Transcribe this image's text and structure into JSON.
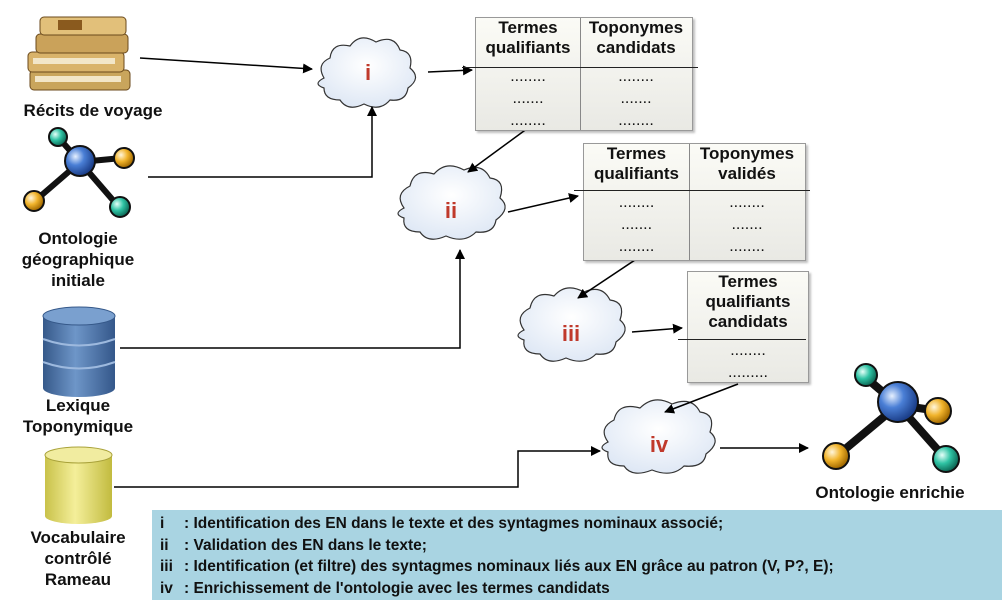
{
  "sources": {
    "recits": "Récits de voyage",
    "ontologie_initiale": "Ontologie\ngéographique\ninitiale",
    "lexique": "Lexique\nToponymique",
    "vocabulaire": "Vocabulaire\ncontrôlé\nRameau"
  },
  "result": {
    "label": "Ontologie enrichie"
  },
  "steps": {
    "i": "i",
    "ii": "ii",
    "iii": "iii",
    "iv": "iv"
  },
  "tables": {
    "t1": {
      "col1": "Termes\nqualifiants",
      "col2": "Toponymes\ncandidats",
      "rows1": [
        "........",
        ".......",
        "........"
      ],
      "rows2": [
        "........",
        ".......",
        "........"
      ]
    },
    "t2": {
      "col1": "Termes\nqualifiants",
      "col2": "Toponymes\nvalidés",
      "rows1": [
        "........",
        ".......",
        "........"
      ],
      "rows2": [
        "........",
        ".......",
        "........"
      ]
    },
    "t3": {
      "col1": "Termes\nqualifiants\ncandidats",
      "rows1": [
        "........",
        "........."
      ]
    }
  },
  "legend": {
    "rows": [
      {
        "key": "i",
        "text": ": Identification des EN dans le texte et des syntagmes nominaux associé;"
      },
      {
        "key": "ii",
        "text": ": Validation des EN dans le texte;"
      },
      {
        "key": "iii",
        "text": ": Identification (et filtre) des syntagmes nominaux liés aux EN grâce au patron (V, P?, E);"
      },
      {
        "key": "iv",
        "text": ": Enrichissement de l'ontologie avec les termes candidats"
      }
    ]
  },
  "colors": {
    "cloud_text": "#c0392b",
    "legend_bg": "#a9d4e2",
    "db_blue": "#4f77a8",
    "db_yellow": "#e8e27a"
  }
}
